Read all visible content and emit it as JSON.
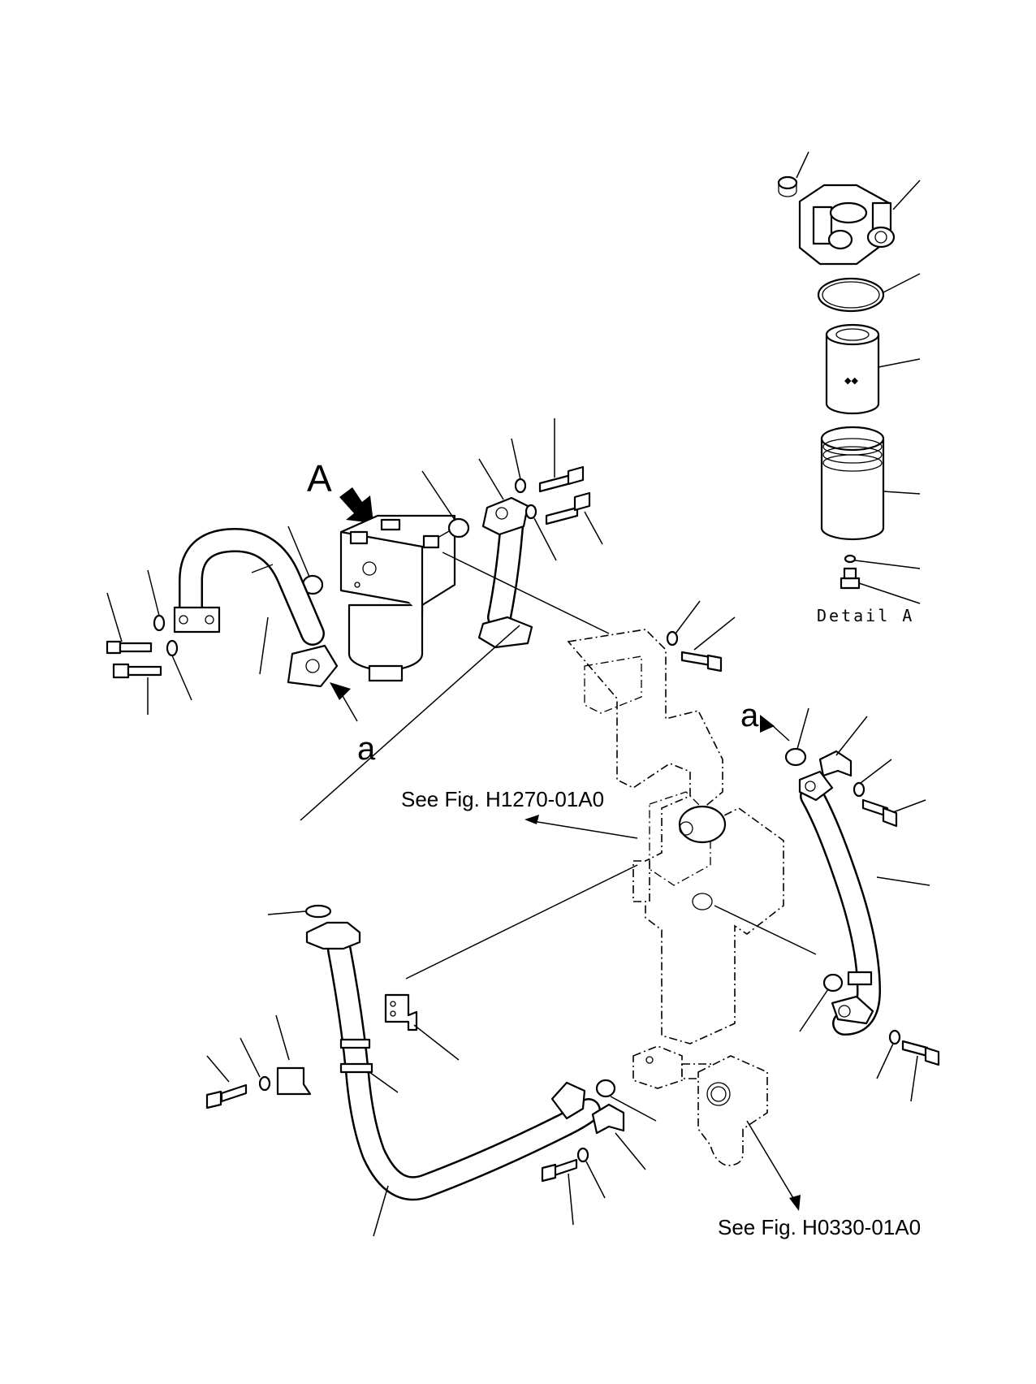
{
  "labels": {
    "view_letter": "A",
    "connector_a_top": "a",
    "connector_a_right": "a",
    "detail_caption": "Detail A",
    "ref_frame": "See Fig. H1270-01A0",
    "ref_pump": "See Fig. H0330-01A0"
  }
}
